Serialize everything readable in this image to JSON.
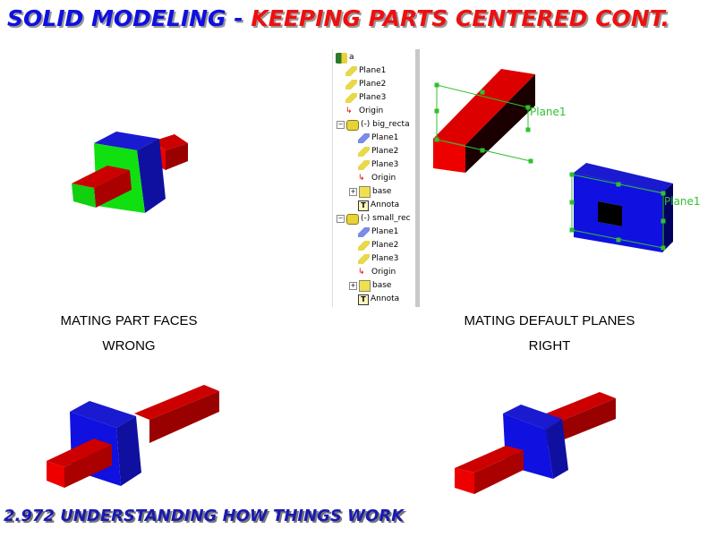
{
  "title": {
    "part1": "SOLID MODELING - ",
    "part2": "KEEPING PARTS CENTERED CONT."
  },
  "footer": "2.972 UNDERSTANDING HOW THINGS WORK",
  "captions": {
    "left_heading": "MATING PART FACES",
    "left_verdict": "WRONG",
    "right_heading": "MATING DEFAULT PLANES",
    "right_verdict": "RIGHT"
  },
  "plane_labels": {
    "top": "Plane1",
    "bottom": "Plane1"
  },
  "tree": {
    "root": "a",
    "items": [
      {
        "label": "Plane1",
        "icon": "plane-icon",
        "level": 1
      },
      {
        "label": "Plane2",
        "icon": "plane-icon",
        "level": 1
      },
      {
        "label": "Plane3",
        "icon": "plane-icon",
        "level": 1
      },
      {
        "label": "Origin",
        "icon": "origin-icon",
        "level": 1
      },
      {
        "label": "(-) big_recta",
        "icon": "part-icon",
        "level": 1,
        "expander": "−"
      },
      {
        "label": "Plane1",
        "icon": "plane1-icon",
        "level": 2
      },
      {
        "label": "Plane2",
        "icon": "plane-icon",
        "level": 2
      },
      {
        "label": "Plane3",
        "icon": "plane-icon",
        "level": 2
      },
      {
        "label": "Origin",
        "icon": "origin-icon",
        "level": 2
      },
      {
        "label": "base",
        "icon": "base-icon",
        "level": 2,
        "expander": "+"
      },
      {
        "label": "Annota",
        "icon": "annotation-icon",
        "level": 2
      },
      {
        "label": "(-) small_rec",
        "icon": "part-icon",
        "level": 1,
        "expander": "−"
      },
      {
        "label": "Plane1",
        "icon": "plane1-icon",
        "level": 2
      },
      {
        "label": "Plane2",
        "icon": "plane-icon",
        "level": 2
      },
      {
        "label": "Plane3",
        "icon": "plane-icon",
        "level": 2
      },
      {
        "label": "Origin",
        "icon": "origin-icon",
        "level": 2
      },
      {
        "label": "base",
        "icon": "base-icon",
        "level": 2,
        "expander": "+"
      },
      {
        "label": "Annota",
        "icon": "annotation-icon",
        "level": 2
      }
    ]
  },
  "colors": {
    "red": "#ee1010",
    "blue": "#1010e0",
    "green": "#10e010",
    "plane_line": "#30c030"
  }
}
